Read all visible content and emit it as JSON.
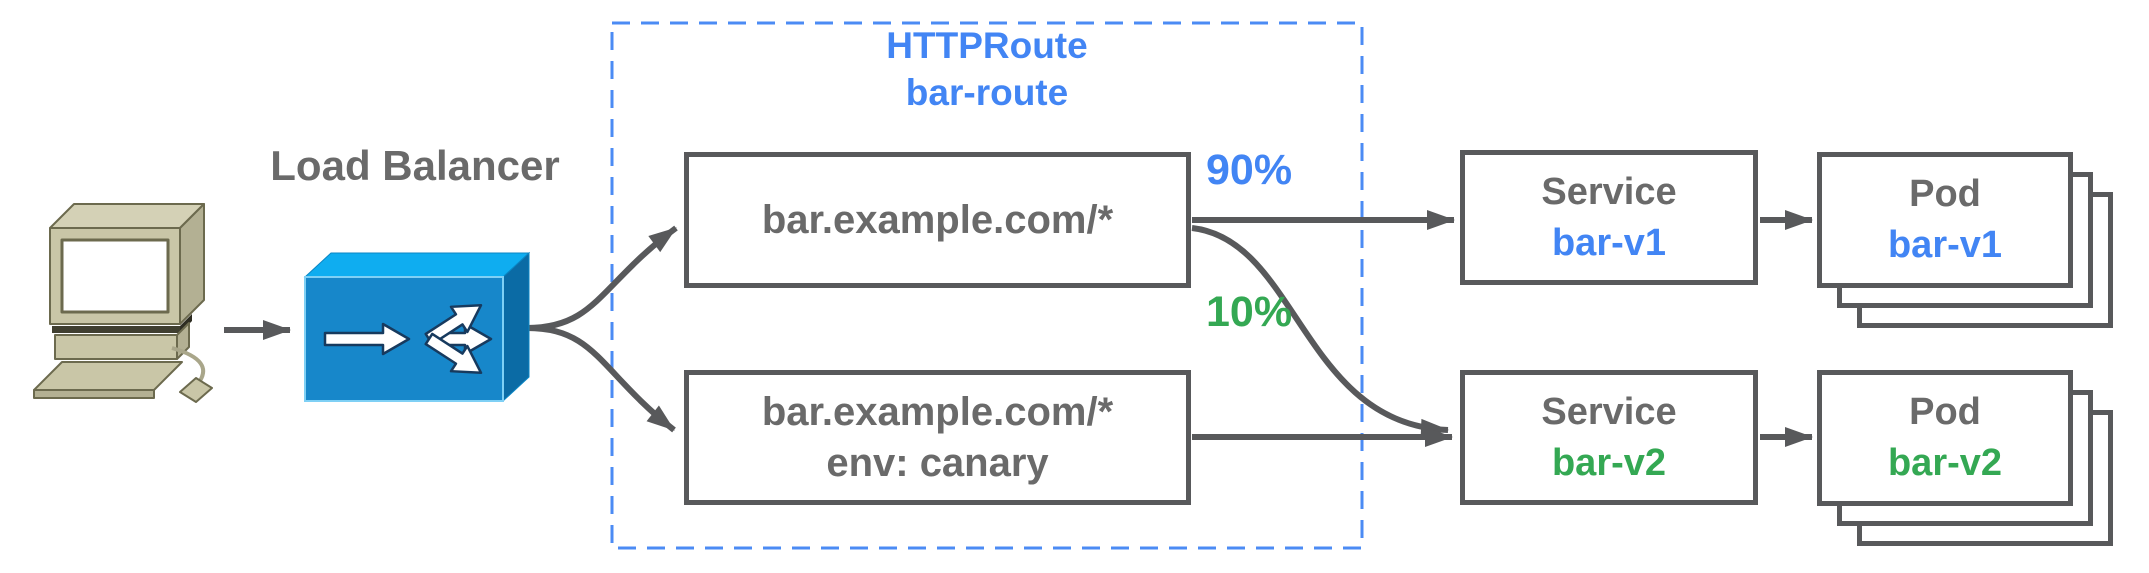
{
  "colors": {
    "accent_blue": "#4285f4",
    "accent_green": "#34a853",
    "text_gray": "#6a6a6a",
    "border_gray": "#58595b",
    "dashed_border_blue": "#4b8bf4",
    "lb_front_blue": "#1787ca",
    "lb_top_blue": "#0fadf0",
    "lb_side_blue": "#0b6ba5"
  },
  "icons": {
    "client": "computer-icon",
    "load_balancer": "load-balancer-icon"
  },
  "load_balancer": {
    "label": "Load Balancer"
  },
  "httproute": {
    "kind": "HTTPRoute",
    "name": "bar-route",
    "rules": [
      {
        "match": "bar.example.com/*"
      },
      {
        "match": "bar.example.com/*",
        "header": "env: canary"
      }
    ]
  },
  "traffic_split": {
    "to_bar_v1": "90%",
    "to_bar_v2": "10%"
  },
  "services": [
    {
      "kind": "Service",
      "name": "bar-v1",
      "color": "#4285f4"
    },
    {
      "kind": "Service",
      "name": "bar-v2",
      "color": "#34a853"
    }
  ],
  "pods": [
    {
      "kind": "Pod",
      "name": "bar-v1",
      "color": "#4285f4"
    },
    {
      "kind": "Pod",
      "name": "bar-v2",
      "color": "#34a853"
    }
  ]
}
